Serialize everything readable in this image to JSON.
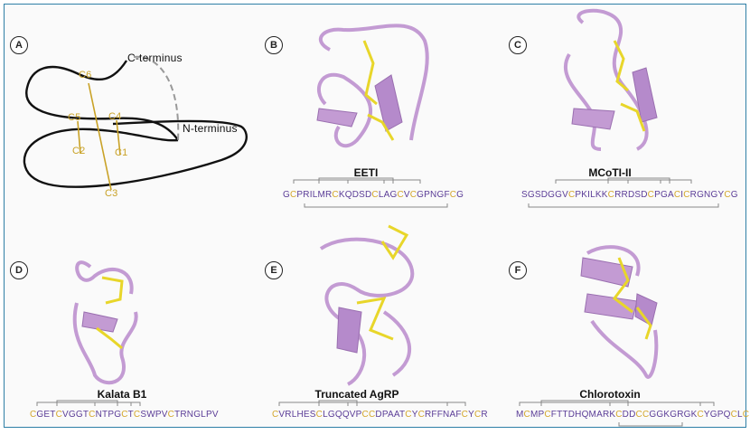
{
  "panelA": {
    "letter": "A",
    "labels": {
      "c_terminus": "C-terminus",
      "n_terminus": "N-terminus",
      "c6": "C6",
      "c5": "C5",
      "c4": "C4",
      "c2": "C2",
      "c1": "C1",
      "c3": "C3"
    }
  },
  "panels": [
    {
      "letter": "B",
      "name": "EETI",
      "sequence": "GCPRILMRCKQDSDCLAGCVCGPNGFCG"
    },
    {
      "letter": "C",
      "name": "MCoTI-II",
      "sequence": "SGSDGGVCPKILKKCRRDSDCPGACICRGNGYCG"
    },
    {
      "letter": "D",
      "name": "Kalata B1",
      "sequence": "CGETCVGGTCNTPGCTCSWPVCTRNGLPV"
    },
    {
      "letter": "E",
      "name": "Truncated AgRP",
      "sequence": "CVRLHESCLGQQVPCCDPAATCYCRFFNAFCYCR"
    },
    {
      "letter": "F",
      "name": "Chlorotoxin",
      "sequence": "MCMPCFTTDHQMARKCDDCCGGKGRGKCYGPQCLCR"
    }
  ],
  "colors": {
    "backbone": "#c39bd3",
    "backbone_dark": "#9a6fb0",
    "disulfide": "#e8d62a",
    "cysteine_letter": "#d4a72c",
    "residue_letter": "#5b3d97",
    "cysteine_line": "#c9a227",
    "frame": "#2e7fa6"
  }
}
